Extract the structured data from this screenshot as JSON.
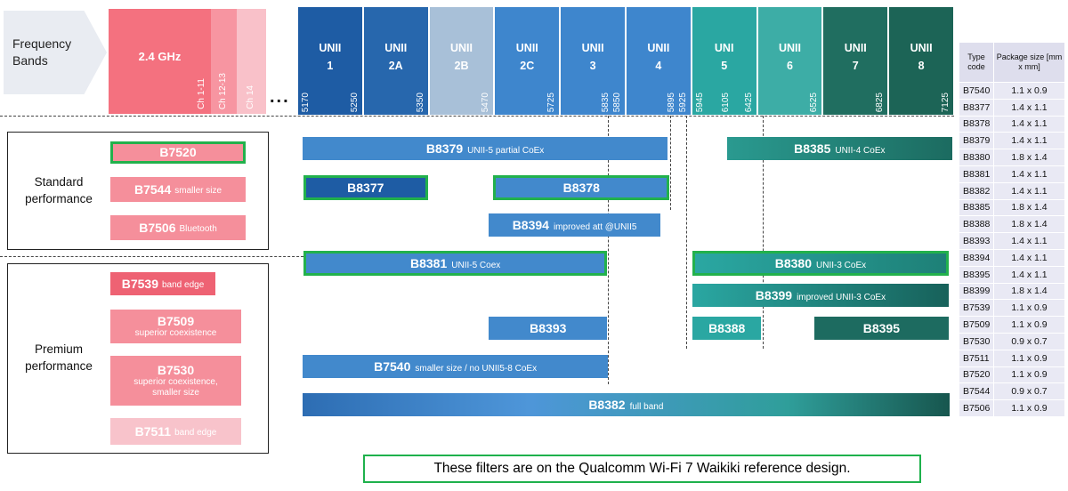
{
  "header": {
    "frequency_bands_label": "Frequency Bands",
    "ellipsis": "...",
    "band_24ghz": {
      "label": "2.4 GHz",
      "ch_1_11": "Ch 1-11",
      "ch_12_13": "Ch 12-13",
      "ch_14": "Ch 14"
    },
    "unii_columns": [
      {
        "line1": "UNII",
        "line2": "1",
        "freq_left": "5170",
        "freq_right": "5250"
      },
      {
        "line1": "UNII",
        "line2": "2A",
        "freq_right": "5350"
      },
      {
        "line1": "UNII",
        "line2": "2B",
        "freq_right": "5470"
      },
      {
        "line1": "UNII",
        "line2": "2C",
        "freq_right": "5725"
      },
      {
        "line1": "UNII",
        "line2": "3",
        "freq_mid": "5835",
        "freq_right": "5850"
      },
      {
        "line1": "UNII",
        "line2": "4",
        "freq_mid": "5895",
        "freq_right": "5925"
      },
      {
        "line1": "UNI",
        "line2": "5",
        "freq_left": "5945",
        "freq_mid": "6105",
        "freq_right": "6425"
      },
      {
        "line1": "UNII",
        "line2": "6",
        "freq_right": "6525"
      },
      {
        "line1": "UNII",
        "line2": "7",
        "freq_right": "6825"
      },
      {
        "line1": "UNII",
        "line2": "8",
        "freq_right": "7125"
      }
    ]
  },
  "sections": {
    "standard": {
      "label_line1": "Standard",
      "label_line2": "performance",
      "filters": [
        {
          "code": "B7520"
        },
        {
          "code": "B7544",
          "note": "smaller size"
        },
        {
          "code": "B7506",
          "note": "Bluetooth"
        }
      ]
    },
    "premium": {
      "label_line1": "Premium",
      "label_line2": "performance",
      "filters": [
        {
          "code": "B7539",
          "note": "band edge"
        },
        {
          "code": "B7509",
          "note": "superior coexistence"
        },
        {
          "code": "B7530",
          "note": "superior coexistence,",
          "note2": "smaller size"
        },
        {
          "code": "B7511",
          "note": "band edge"
        }
      ]
    }
  },
  "chart_bars": [
    {
      "code": "B8379",
      "note": "UNII-5 partial CoEx"
    },
    {
      "code": "B8385",
      "note": "UNII-4 CoEx"
    },
    {
      "code": "B8377"
    },
    {
      "code": "B8378"
    },
    {
      "code": "B8394",
      "note": "improved att @UNII5"
    },
    {
      "code": "B8381",
      "note": "UNII-5 Coex"
    },
    {
      "code": "B8380",
      "note": "UNII-3 CoEx"
    },
    {
      "code": "B8399",
      "note": "improved UNII-3 CoEx"
    },
    {
      "code": "B8393"
    },
    {
      "code": "B8388"
    },
    {
      "code": "B8395"
    },
    {
      "code": "B7540",
      "note": "smaller size / no UNII5-8 CoEx"
    },
    {
      "code": "B8382",
      "note": "full band"
    }
  ],
  "table": {
    "header_col1": "Type code",
    "header_col2": "Package size [mm x mm]",
    "rows": [
      {
        "code": "B7540",
        "size": "1.1 x 0.9"
      },
      {
        "code": "B8377",
        "size": "1.4 x 1.1"
      },
      {
        "code": "B8378",
        "size": "1.4 x 1.1"
      },
      {
        "code": "B8379",
        "size": "1.4 x 1.1"
      },
      {
        "code": "B8380",
        "size": "1.8 x 1.4"
      },
      {
        "code": "B8381",
        "size": "1.4 x 1.1"
      },
      {
        "code": "B8382",
        "size": "1.4 x 1.1"
      },
      {
        "code": "B8385",
        "size": "1.8 x 1.4"
      },
      {
        "code": "B8388",
        "size": "1.8 x 1.4"
      },
      {
        "code": "B8393",
        "size": "1.4 x 1.1"
      },
      {
        "code": "B8394",
        "size": "1.4 x 1.1"
      },
      {
        "code": "B8395",
        "size": "1.4 x 1.1"
      },
      {
        "code": "B8399",
        "size": "1.8 x 1.4"
      },
      {
        "code": "B7539",
        "size": "1.1 x 0.9"
      },
      {
        "code": "B7509",
        "size": "1.1 x 0.9"
      },
      {
        "code": "B7530",
        "size": "0.9 x 0.7"
      },
      {
        "code": "B7511",
        "size": "1.1 x 0.9"
      },
      {
        "code": "B7520",
        "size": "1.1 x 0.9"
      },
      {
        "code": "B7544",
        "size": "0.9 x 0.7"
      },
      {
        "code": "B7506",
        "size": "1.1 x 0.9"
      }
    ]
  },
  "caption": "These filters are on the Qualcomm Wi-Fi 7 Waikiki reference design.",
  "colors": {
    "accent_green": "#22b14c",
    "dark_blue": "#1e5ca4",
    "medium_blue": "#4289cc",
    "gray_blue": "#a8c0d8",
    "teal": "#2aa7a2",
    "dark_teal": "#1d6b60",
    "pink": "#f58f9b",
    "red": "#ee6273",
    "light_pink": "#f8c3cb"
  }
}
